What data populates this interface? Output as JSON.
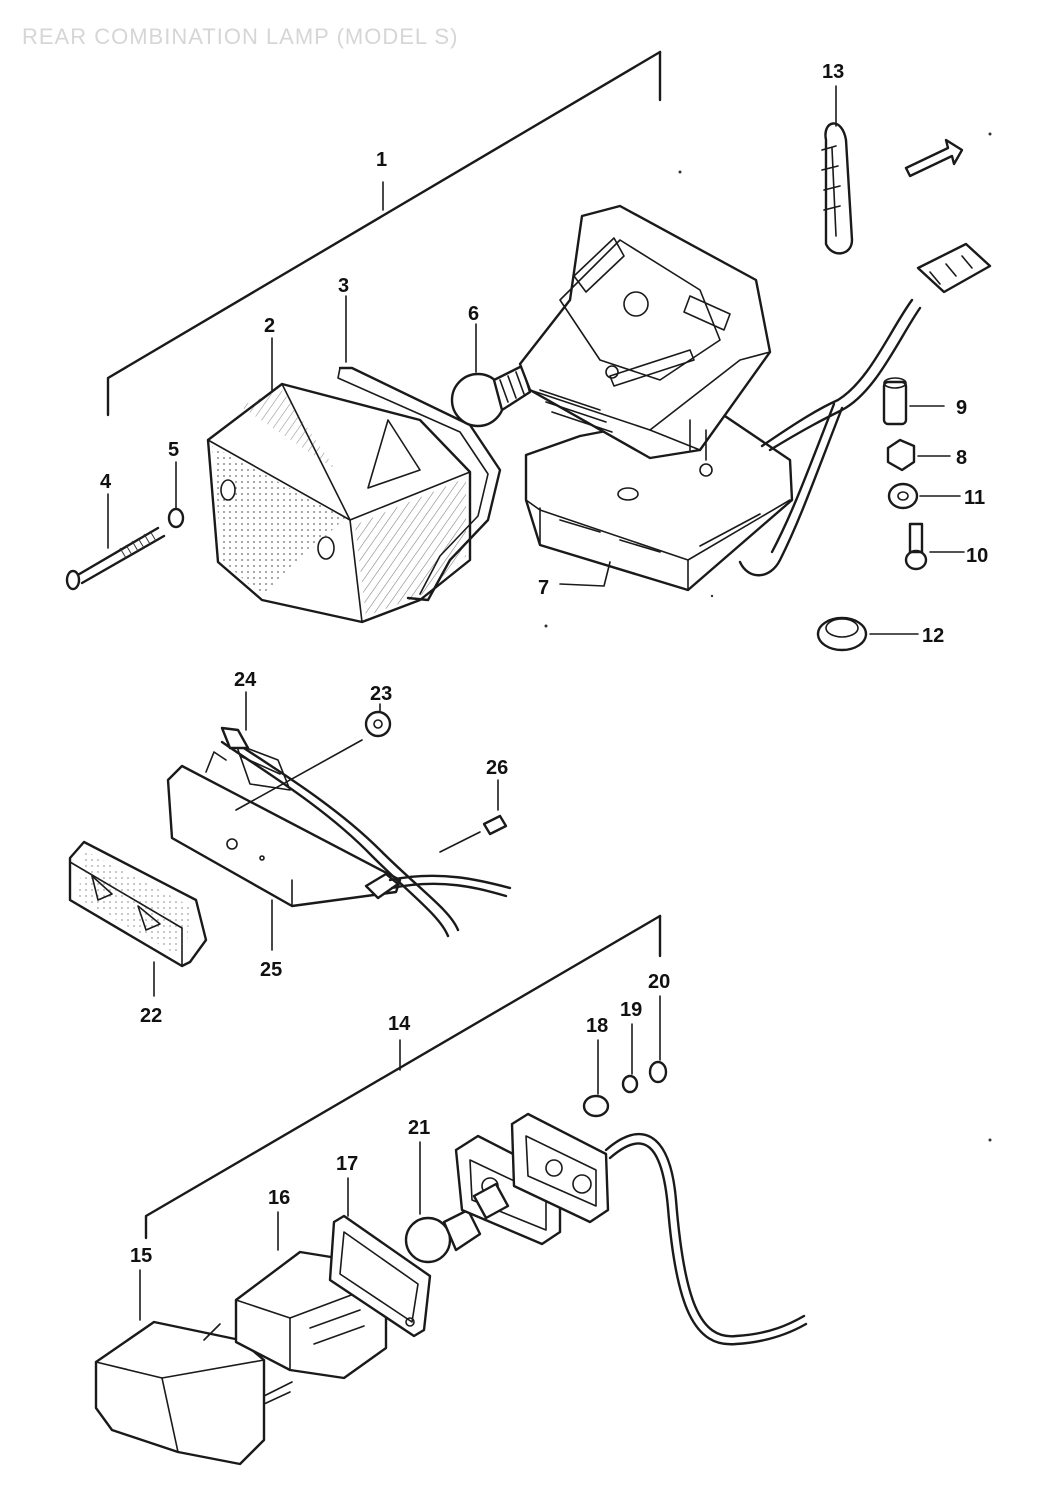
{
  "title": "REAR COMBINATION LAMP (MODEL S)",
  "callouts": [
    "1",
    "2",
    "3",
    "4",
    "5",
    "6",
    "7",
    "8",
    "9",
    "10",
    "11",
    "12",
    "13",
    "14",
    "15",
    "16",
    "17",
    "18",
    "19",
    "20",
    "21",
    "22",
    "23",
    "24",
    "25",
    "26"
  ]
}
